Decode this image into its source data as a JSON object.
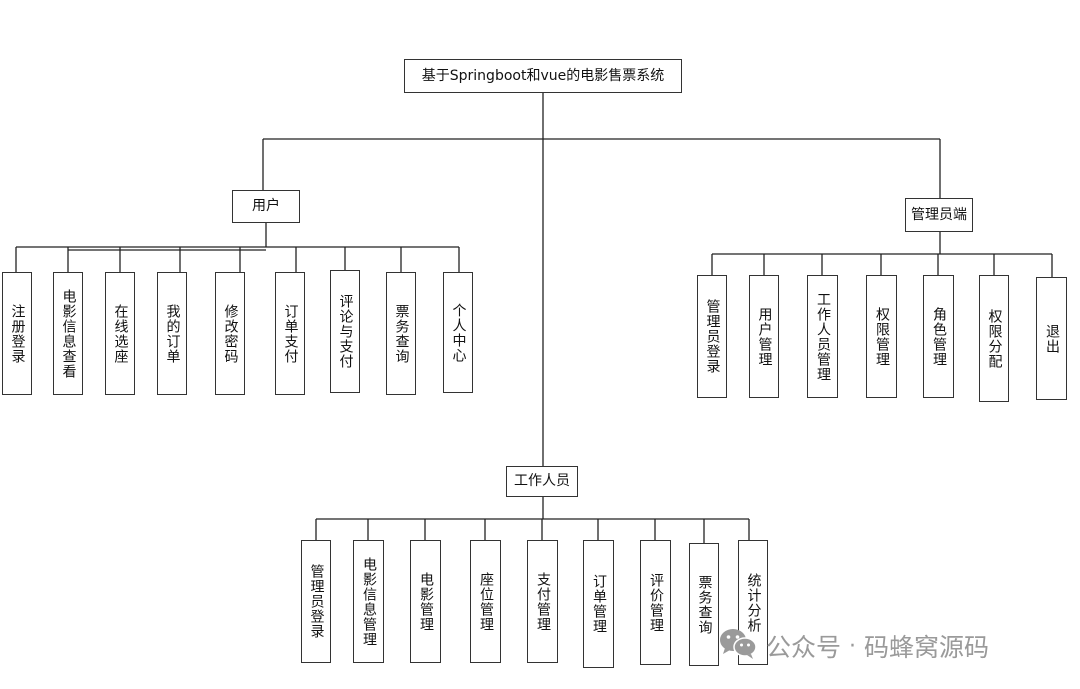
{
  "diagram": {
    "title": "基于Springboot和vue的电影售票系统",
    "user": {
      "label": "用户",
      "children": [
        "注册登录",
        "电影信息查看",
        "在线选座",
        "我的订单",
        "修改密码",
        "订单支付",
        "评论与支付",
        "票务查询",
        "个人中心"
      ]
    },
    "admin": {
      "label": "管理员端",
      "children": [
        "管理员登录",
        "用户管理",
        "工作人员管理",
        "权限管理",
        "角色管理",
        "权限分配",
        "退出"
      ]
    },
    "staff": {
      "label": "工作人员",
      "children": [
        "管理员登录",
        "电影信息管理",
        "电影管理",
        "座位管理",
        "支付管理",
        "订单管理",
        "评价管理",
        "票务查询",
        "统计分析"
      ]
    }
  },
  "watermark": {
    "icon": "wechat-icon",
    "text": "公众号",
    "separator": "·",
    "name": "码蜂窝源码"
  },
  "colors": {
    "line": "#222222",
    "border": "#333333",
    "watermark": "#9a9a9a"
  }
}
